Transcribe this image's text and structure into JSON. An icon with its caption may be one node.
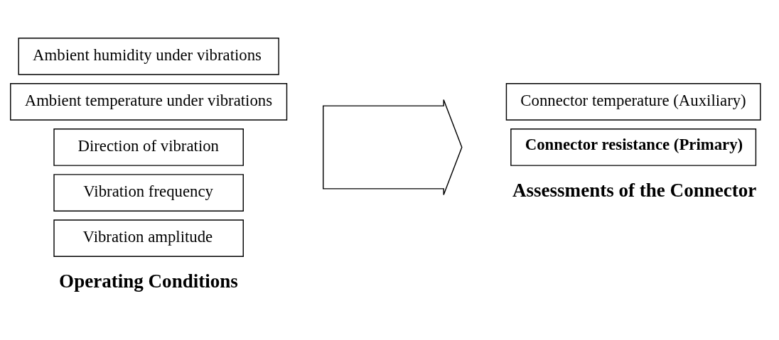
{
  "diagram": {
    "nodes": [
      {
        "text": [
          "Vibration amplitude"
        ]
      },
      {
        "text": [
          "Vibration frequency"
        ]
      },
      {
        "text": [
          "Direction of vibration"
        ]
      },
      {
        "text": [
          "Ambient temperature under vibrations"
        ]
      },
      {
        "text": [
          "Ambient humidity under vibrations"
        ]
      },
      {
        "text": [],
        "shape": "arrow"
      },
      {
        "text": [
          "Connector resistance (Primary)"
        ]
      },
      {
        "text": [
          "Connector temperature (Auxiliary)"
        ]
      }
    ],
    "labels": [
      "Operating Conditions",
      "Assessments of the Connector"
    ]
  }
}
